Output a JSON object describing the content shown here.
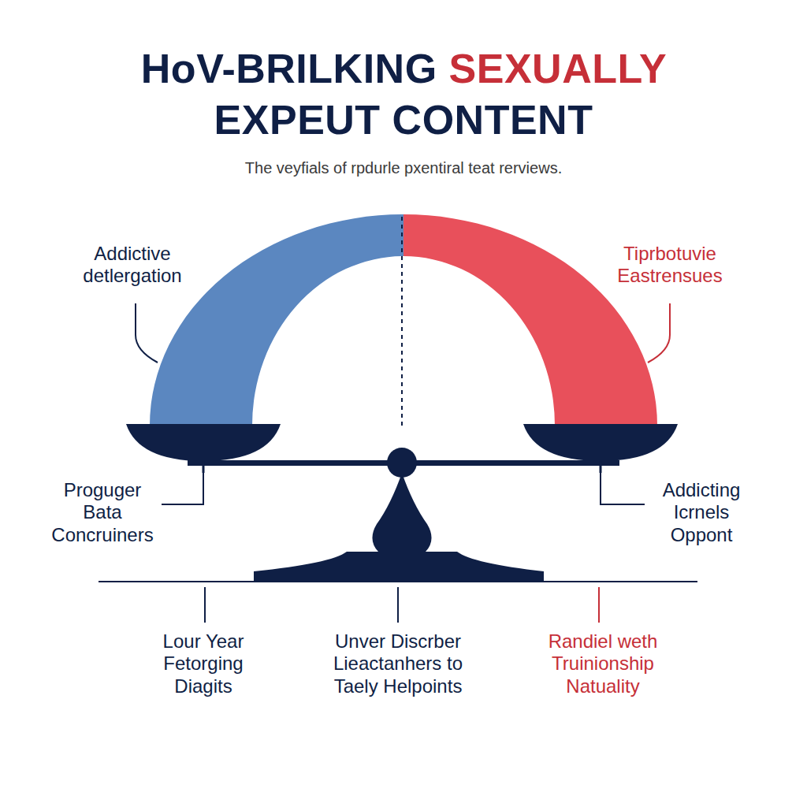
{
  "diagram": {
    "title": "HoV-BRILKING SEXUALLY EXPEUT CONTENT",
    "caption": "The veyfials of rpdurle pxentiral teat rerviews.",
    "labels": [
      "Addictive detlergation",
      "Tiprbotuvie Eastrensues",
      "Proguger Bata Concruiners",
      "Addicting Icrnels Oppont",
      "Lour Year Fetorging Diagits",
      "Unver Discrber Lieactanhers to Taely Helpoints",
      "Randiel weth Truinionship Natuality"
    ]
  }
}
